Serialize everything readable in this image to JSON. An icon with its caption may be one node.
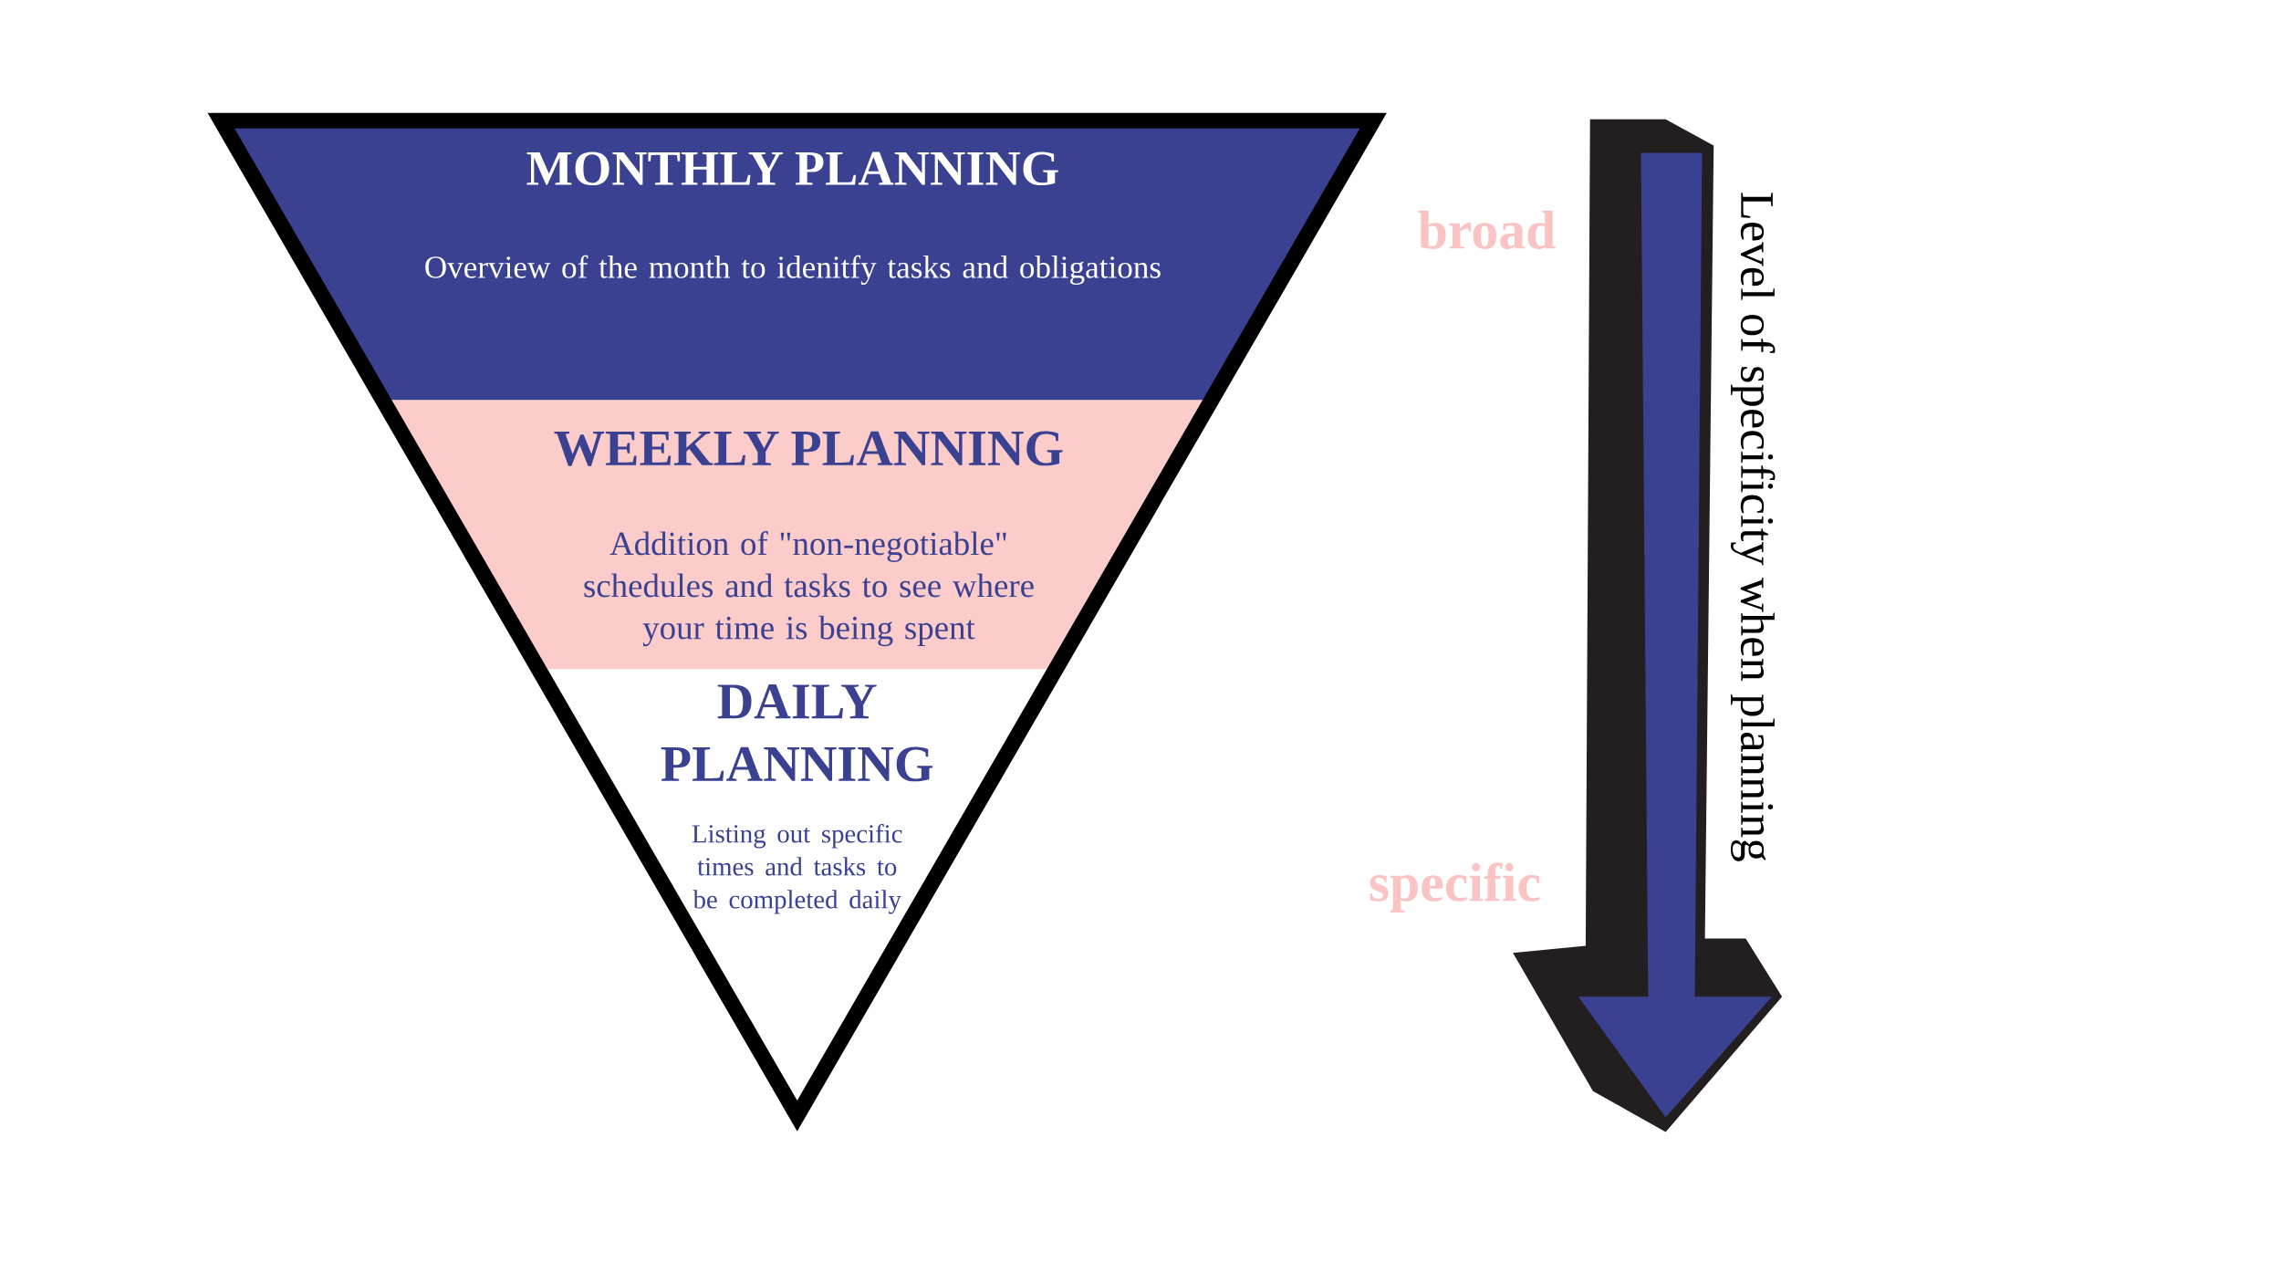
{
  "diagram": {
    "nodes": [
      {
        "text": [
          "MONTHLY PLANNING",
          "Overview of the month to idenitfy tasks and obligations"
        ]
      },
      {
        "text": [
          "WEEKLY PLANNING",
          "Addition of \"non-negotiable\" schedules and tasks  to see where your time is being spent"
        ]
      },
      {
        "text": [
          "DAILY PLANNING",
          "Listing out specific times and tasks to be completed daily"
        ]
      }
    ],
    "edges": [],
    "labels": [
      "broad",
      "Level of specificity when planning",
      "specific"
    ]
  }
}
